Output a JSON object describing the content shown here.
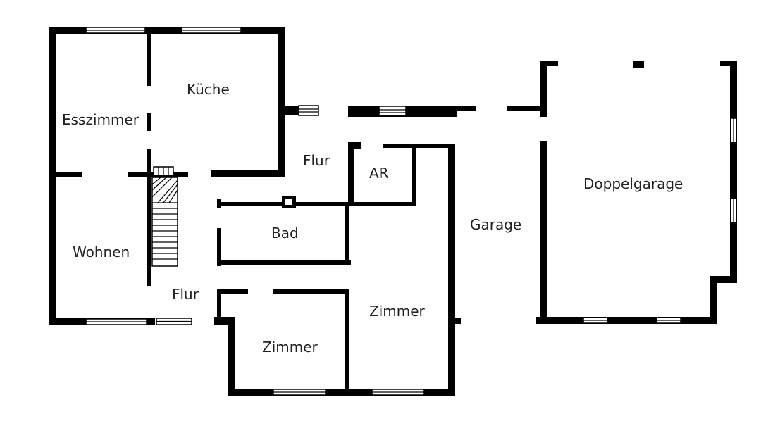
{
  "floorplan": {
    "rooms": [
      {
        "id": "esszimmer",
        "label": "Esszimmer"
      },
      {
        "id": "kueche",
        "label": "Küche"
      },
      {
        "id": "wohnen",
        "label": "Wohnen"
      },
      {
        "id": "flur_upper",
        "label": "Flur"
      },
      {
        "id": "flur_lower",
        "label": "Flur"
      },
      {
        "id": "ar",
        "label": "AR"
      },
      {
        "id": "bad",
        "label": "Bad"
      },
      {
        "id": "zimmer_small",
        "label": "Zimmer"
      },
      {
        "id": "zimmer_large",
        "label": "Zimmer"
      },
      {
        "id": "garage",
        "label": "Garage"
      },
      {
        "id": "doppelgarage",
        "label": "Doppelgarage"
      }
    ]
  }
}
